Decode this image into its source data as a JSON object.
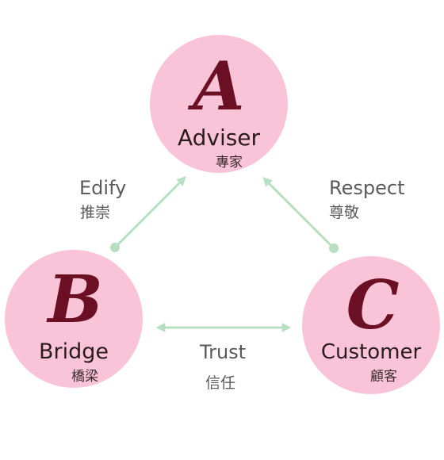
{
  "colors": {
    "circle_fill": "#f9c4d8",
    "letter": "#6b0f24",
    "arrow": "#b9dfc2",
    "label_text": "#5a5a5a",
    "name_text": "#2b1a1e"
  },
  "nodes": {
    "adviser": {
      "letter": "A",
      "name": "Adviser",
      "sub": "專家"
    },
    "bridge": {
      "letter": "B",
      "name": "Bridge",
      "sub": "橋梁"
    },
    "customer": {
      "letter": "C",
      "name": "Customer",
      "sub": "顧客"
    }
  },
  "edges": {
    "edify": {
      "label": "Edify",
      "sub": "推崇"
    },
    "respect": {
      "label": "Respect",
      "sub": "尊敬"
    },
    "trust": {
      "label": "Trust",
      "sub": "信任"
    }
  }
}
